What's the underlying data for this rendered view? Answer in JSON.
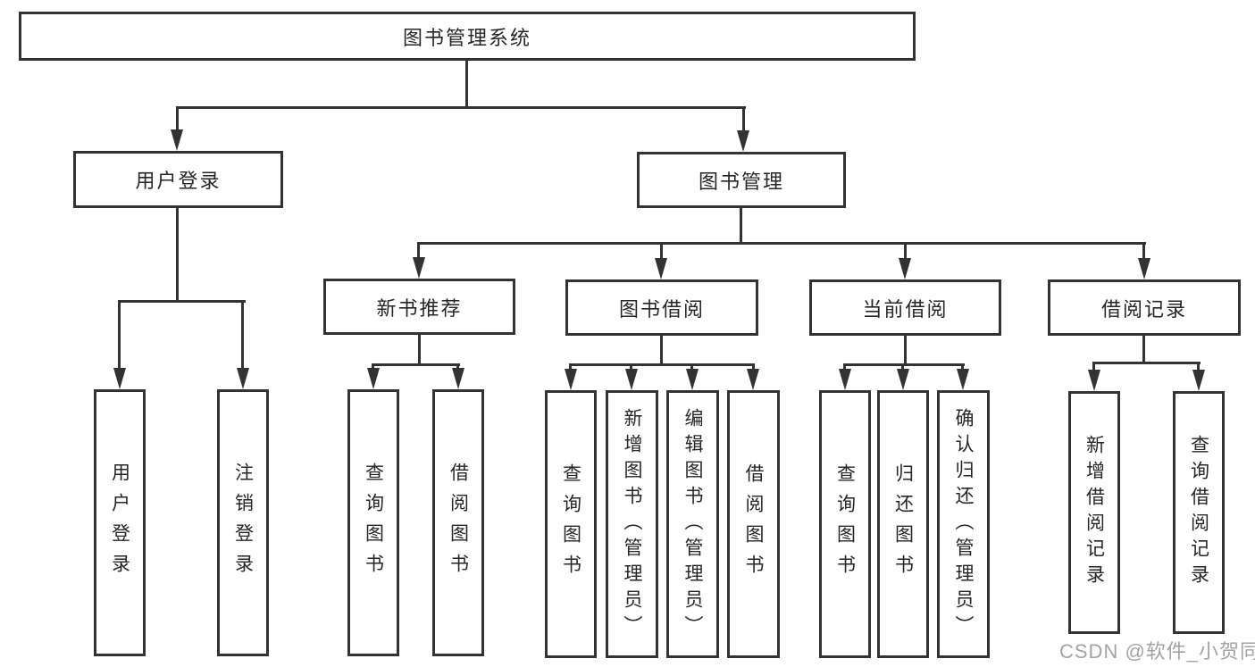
{
  "colors": {
    "line": "#333333",
    "box_border": "#333333",
    "text": "#262626",
    "background": "#ffffff",
    "watermark": "#a3a3a3"
  },
  "watermark": {
    "text": "CSDN @软件_小贺同学"
  },
  "tree": {
    "root": {
      "label": "图书管理系统"
    },
    "children": [
      {
        "label": "用户登录",
        "children": [
          "用户登录",
          "注销登录"
        ]
      },
      {
        "label": "图书管理",
        "children": [
          {
            "label": "新书推荐",
            "children": [
              "查询图书",
              "借阅图书"
            ]
          },
          {
            "label": "图书借阅",
            "children": [
              "查询图书",
              "新增图书（管理员）",
              "编辑图书（管理员）",
              "借阅图书"
            ]
          },
          {
            "label": "当前借阅",
            "children": [
              "查询图书",
              "归还图书",
              "确认归还（管理员）"
            ]
          },
          {
            "label": "借阅记录",
            "children": [
              "新增借阅记录",
              "查询借阅记录"
            ]
          }
        ]
      }
    ]
  }
}
